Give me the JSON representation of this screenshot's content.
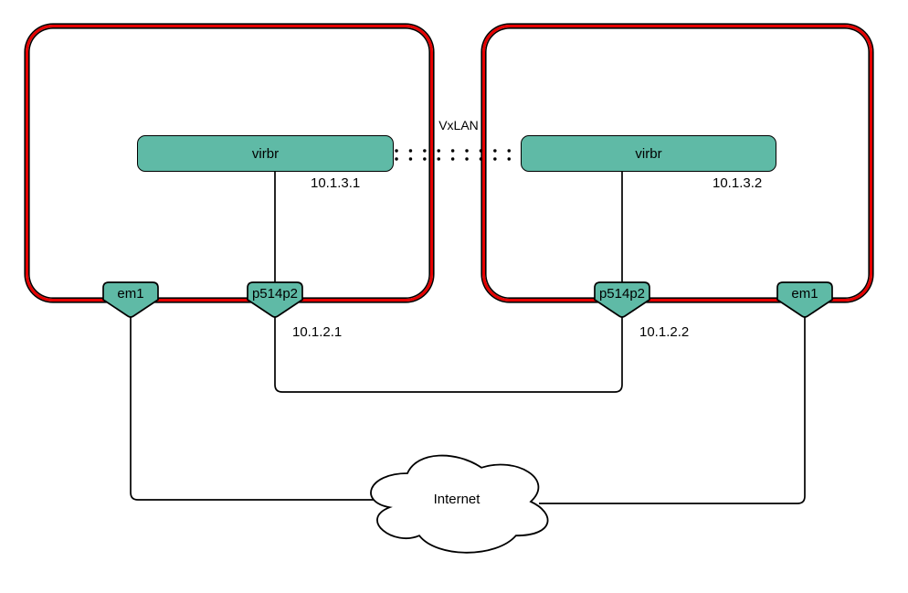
{
  "diagram": {
    "vxlan": {
      "label": "VxLAN"
    },
    "internet": {
      "label": "Internet"
    },
    "hosts": {
      "left": {
        "bridge": {
          "label": "virbr",
          "ip": "10.1.3.1"
        },
        "ports": {
          "em1": {
            "label": "em1"
          },
          "p514p2": {
            "label": "p514p2",
            "ip": "10.1.2.1"
          }
        }
      },
      "right": {
        "bridge": {
          "label": "virbr",
          "ip": "10.1.3.2"
        },
        "ports": {
          "p514p2": {
            "label": "p514p2",
            "ip": "10.1.2.2"
          },
          "em1": {
            "label": "em1"
          }
        }
      }
    },
    "colors": {
      "host_border": "#e60000",
      "node_fill": "#5fbaa6",
      "node_stroke": "#000000",
      "line": "#000000",
      "background": "#ffffff"
    }
  }
}
